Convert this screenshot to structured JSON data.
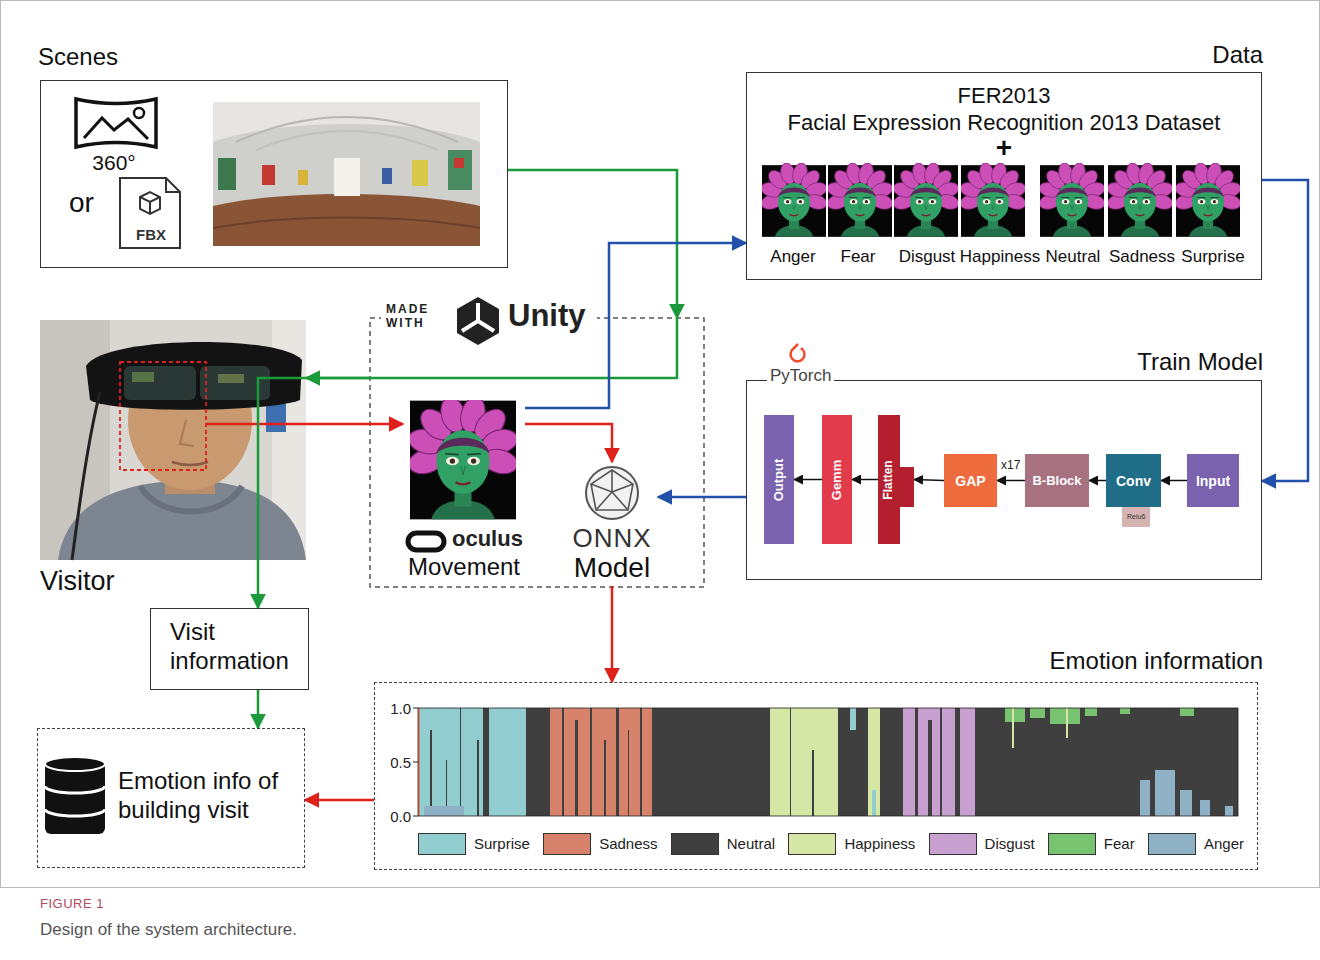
{
  "diagram": {
    "caption": "Design of the system architecture.",
    "nodes": [
      {
        "text": [
          "Scenes",
          "360°",
          "or",
          "FBX"
        ]
      },
      {
        "text": [
          "Data",
          "FER2013",
          "Facial Expression Recognition 2013 Dataset",
          "+",
          "Anger",
          "Fear",
          "Disgust",
          "Happiness",
          "Neutral",
          "Sadness",
          "Surprise"
        ]
      },
      {
        "text": [
          "MADE WITH",
          "Unity"
        ]
      },
      {
        "text": [
          "oculus",
          "Movement"
        ],
        "in": 2
      },
      {
        "text": [
          "ONNX",
          "Model"
        ],
        "in": 2
      },
      {
        "text": [
          "Visitor"
        ]
      },
      {
        "text": [
          "PyTorch",
          "Train Model"
        ]
      },
      {
        "text": [
          "Input"
        ],
        "in": 6
      },
      {
        "text": [
          "Conv"
        ],
        "in": 6
      },
      {
        "text": [
          "Relu6"
        ],
        "in": 6
      },
      {
        "text": [
          "B-Block"
        ],
        "in": 6
      },
      {
        "text": [
          "GAP"
        ],
        "in": 6
      },
      {
        "text": [
          "Flatten"
        ],
        "in": 6
      },
      {
        "text": [
          "Gemm"
        ],
        "in": 6
      },
      {
        "text": [
          "Output"
        ],
        "in": 6
      },
      {
        "text": [
          "Visit information"
        ]
      },
      {
        "text": [
          "Emotion information",
          "1.0",
          "0.5",
          "0.0"
        ]
      },
      {
        "text": [
          "Emotion info of building visit"
        ]
      }
    ],
    "edges": [
      {
        "from": 0,
        "to": 2,
        "arrow": "to"
      },
      {
        "from": 2,
        "to": 5,
        "arrow": "to"
      },
      {
        "from": 2,
        "to": 15,
        "arrow": "to"
      },
      {
        "from": 15,
        "to": 17,
        "arrow": "to"
      },
      {
        "from": 5,
        "to": 3,
        "arrow": "to"
      },
      {
        "from": 3,
        "to": 1,
        "arrow": "to"
      },
      {
        "from": 3,
        "to": 4,
        "arrow": "to"
      },
      {
        "from": 1,
        "to": 6,
        "arrow": "to"
      },
      {
        "from": 6,
        "to": 4,
        "arrow": "to"
      },
      {
        "from": 4,
        "to": 16,
        "arrow": "to"
      },
      {
        "from": 16,
        "to": 17,
        "arrow": "to"
      },
      {
        "from": 7,
        "to": 8,
        "arrow": "to"
      },
      {
        "from": 8,
        "to": 10,
        "arrow": "to"
      },
      {
        "from": 10,
        "to": 11,
        "arrow": "to"
      },
      {
        "from": 11,
        "to": 12,
        "arrow": "to"
      },
      {
        "from": 12,
        "to": 13,
        "arrow": "to"
      },
      {
        "from": 13,
        "to": 14,
        "arrow": "to"
      }
    ],
    "labels": [
      "x17",
      "FIGURE 1"
    ],
    "legend": [
      {
        "text": "Surprise",
        "color": "#92cdd0"
      },
      {
        "text": "Sadness",
        "color": "#d7826a"
      },
      {
        "text": "Neutral",
        "color": "#3f3f3f"
      },
      {
        "text": "Happiness",
        "color": "#d6e6a4"
      },
      {
        "text": "Disgust",
        "color": "#c8a0d0"
      },
      {
        "text": "Fear",
        "color": "#79c26f"
      },
      {
        "text": "Anger",
        "color": "#8fb1c6"
      }
    ]
  }
}
